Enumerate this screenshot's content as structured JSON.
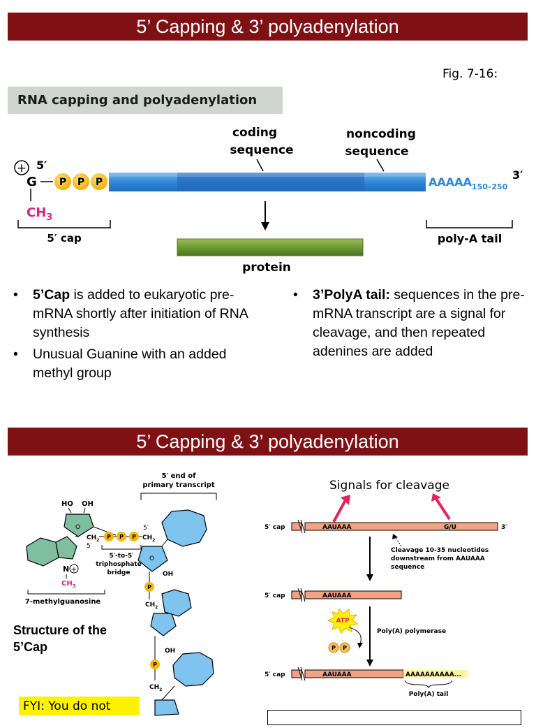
{
  "slide1": {
    "banner": "5’ Capping & 3’ polyadenylation",
    "fig_label": "Fig. 7-16:",
    "grey_label": "RNA capping and polyadenylation",
    "diagram": {
      "plus": "+",
      "five_prime": "5′",
      "g": "G",
      "p": "P",
      "ch3": "CH",
      "ch3_sub": "3",
      "coding_1": "coding",
      "coding_2": "sequence",
      "noncoding_1": "noncoding",
      "noncoding_2": "sequence",
      "polya": "AAAAA",
      "polya_sub": "150–250",
      "three_prime": "3′",
      "cap_label": "5′ cap",
      "tail_label": "poly-A tail",
      "protein": "protein"
    },
    "left_bullets": {
      "b1_bold": "5’Cap",
      "b1_rest": " is added to eukaryotic pre-mRNA shortly after initiation of  RNA synthesis",
      "b2": "Unusual Guanine with an added methyl group"
    },
    "right_bullets": {
      "b1_bold": "3’PolyA tail:",
      "b1_rest": " sequences in the pre-mRNA transcript are a signal for cleavage, and then repeated adenines are added"
    }
  },
  "slide2": {
    "banner": "5’ Capping & 3’ polyadenylation",
    "structure": {
      "five_end_1": "5′ end of",
      "five_end_2": "primary transcript",
      "ho": "HO",
      "oh": "OH",
      "n": "N",
      "plus": "+",
      "ch3": "CH",
      "ch3_sub": "3",
      "ch2": "CH",
      "ch2_sub": "2",
      "five": "5′",
      "p": "P",
      "bridge_1": "5′-to-5′",
      "bridge_2": "triphosphate",
      "bridge_3": "bridge",
      "methylguanosine": "7-methylguanosine",
      "o": "O"
    },
    "cap_title_1": "Structure of the",
    "cap_title_2": "5’Cap",
    "fyi": "FYI: You do not",
    "poly": {
      "signals": "Signals for cleavage",
      "cap": "5′ cap",
      "aauaaa": "AAUAAA",
      "gu": "G/U",
      "three": "3′",
      "cleave_1": "Cleavage 10-35 nucleotides",
      "cleave_2": "downstream from AAUAAA",
      "cleave_3": "sequence",
      "atp": "ATP",
      "polymerase": "Poly(A) polymerase",
      "p": "P",
      "tail_seq": "AAAAAAAAAA...",
      "tail_label": "Poly(A) tail"
    }
  }
}
